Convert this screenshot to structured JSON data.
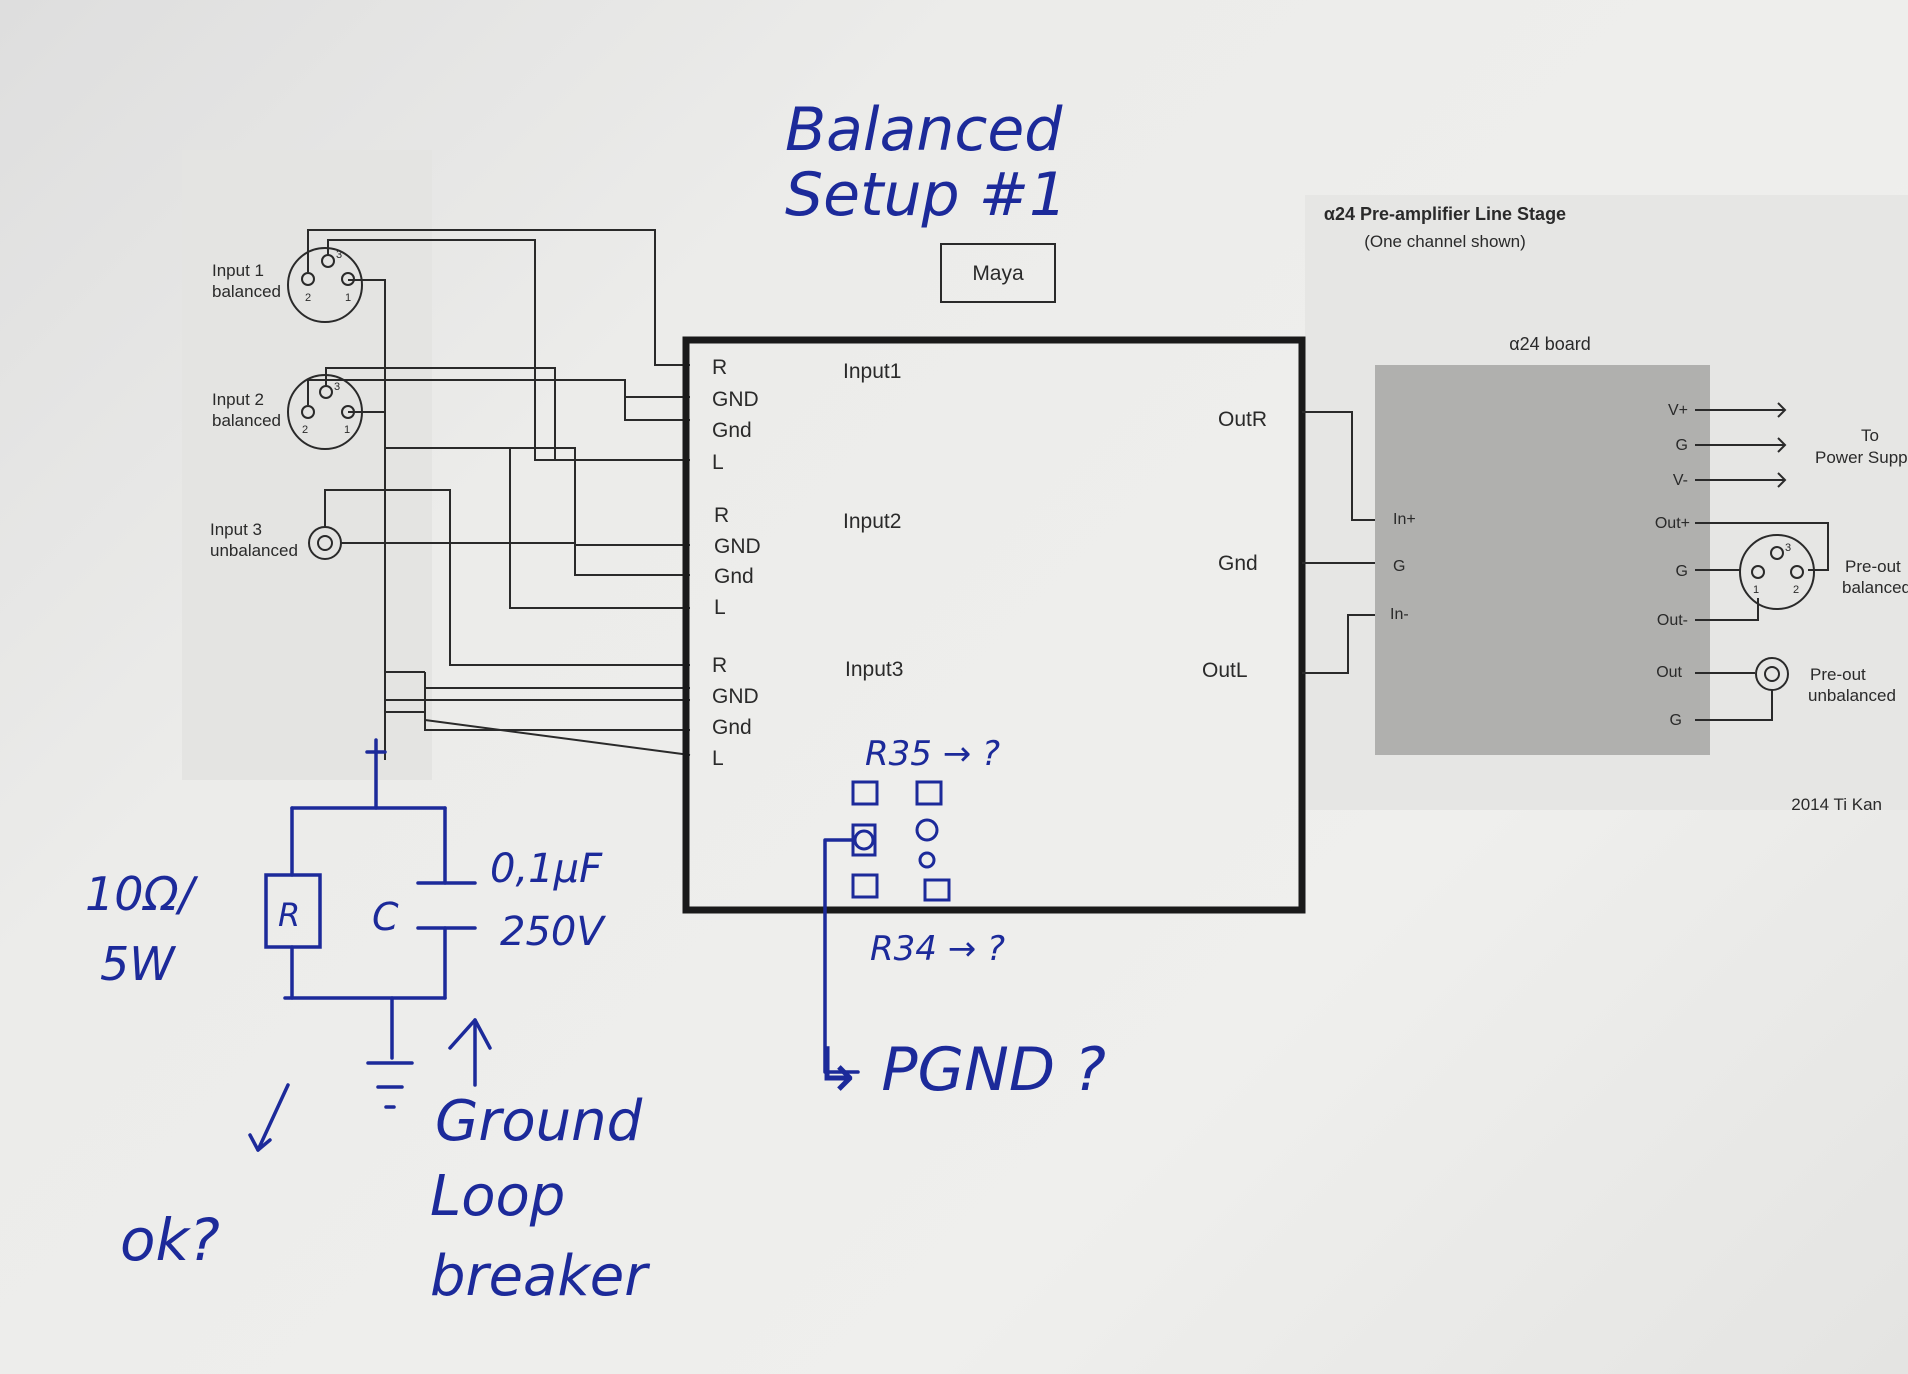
{
  "title": {
    "line1": "Balanced",
    "line2": "Setup #1"
  },
  "maya_label": "Maya",
  "info": {
    "title": "α24 Pre-amplifier Line Stage",
    "subtitle": "(One channel shown)"
  },
  "board_label": "α24 board",
  "inputs": [
    {
      "line1": "Input 1",
      "line2": "balanced"
    },
    {
      "line1": "Input 2",
      "line2": "balanced"
    },
    {
      "line1": "Input 3",
      "line2": "unbalanced"
    }
  ],
  "xlr_pins": {
    "p1": "1",
    "p2": "2",
    "p3": "3"
  },
  "selector": {
    "pin_labels": [
      "R",
      "GND",
      "Gnd",
      "L",
      "R",
      "GND",
      "Gnd",
      "L",
      "R",
      "GND",
      "Gnd",
      "L"
    ],
    "input_labels": [
      "Input1",
      "Input2",
      "Input3"
    ],
    "out_labels": [
      "OutR",
      "Gnd",
      "OutL"
    ]
  },
  "board": {
    "left_pins": [
      "In+",
      "G",
      "In-"
    ],
    "right_pins": [
      "V+",
      "G",
      "V-",
      "Out+",
      "G",
      "Out-",
      "Out",
      "G"
    ]
  },
  "power": {
    "line1": "To",
    "line2": "Power Supp"
  },
  "preout_bal": {
    "line1": "Pre-out",
    "line2": "balanced"
  },
  "preout_unbal": {
    "line1": "Pre-out",
    "line2": "unbalanced"
  },
  "credit": "2014 Ti Kan",
  "notes": {
    "r35": "R35 → ?",
    "r34": "R34 → ?",
    "pgnd": "↳ PGND ?",
    "resistor_value_1": "10Ω/",
    "resistor_value_2": "5W",
    "r_symbol": "R",
    "c_symbol": "C",
    "cap_value_1": "0,1µF",
    "cap_value_2": "250V",
    "ok": "ok?",
    "gl_1": "Ground",
    "gl_2": "Loop",
    "gl_3": "breaker"
  }
}
